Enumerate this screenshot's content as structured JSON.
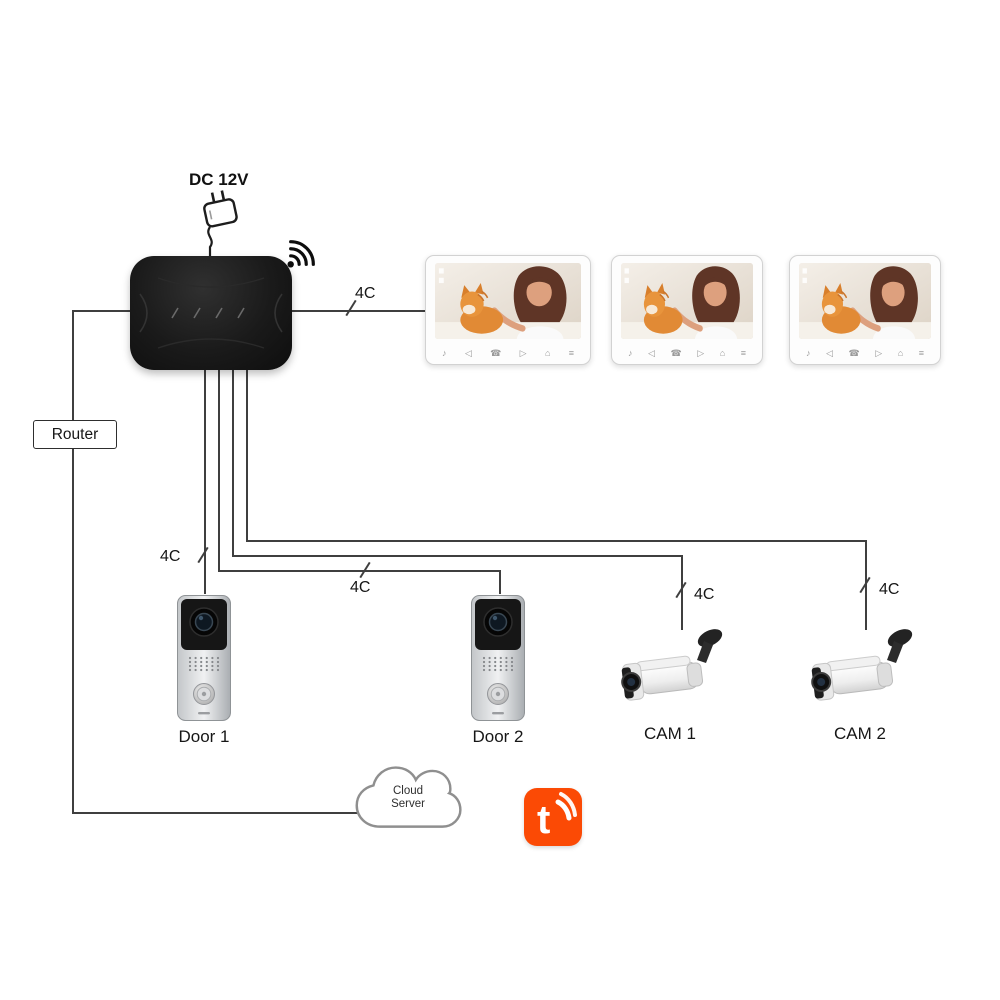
{
  "labels": {
    "power": "DC 12V",
    "router": "Router",
    "door1": "Door 1",
    "door2": "Door 2",
    "cam1": "CAM 1",
    "cam2": "CAM 2",
    "cloud_line1": "Cloud",
    "cloud_line2": "Server"
  },
  "cable_labels": {
    "to_monitors": "4C",
    "to_door1": "4C",
    "to_door2": "4C",
    "to_cam1": "4C",
    "to_cam2": "4C"
  },
  "monitor_icons": [
    "♪",
    "◁",
    "☎",
    "▷",
    "⌂",
    "≡"
  ],
  "icon_names": [
    "speaker",
    "prev",
    "call",
    "next",
    "home",
    "menu"
  ],
  "colors": {
    "line": "#3f3f3f",
    "hub_body": "#171717",
    "tuya_orange": "#fb4a05",
    "cat_orange": "#e18a35",
    "door_metal": "#c7cacd"
  }
}
